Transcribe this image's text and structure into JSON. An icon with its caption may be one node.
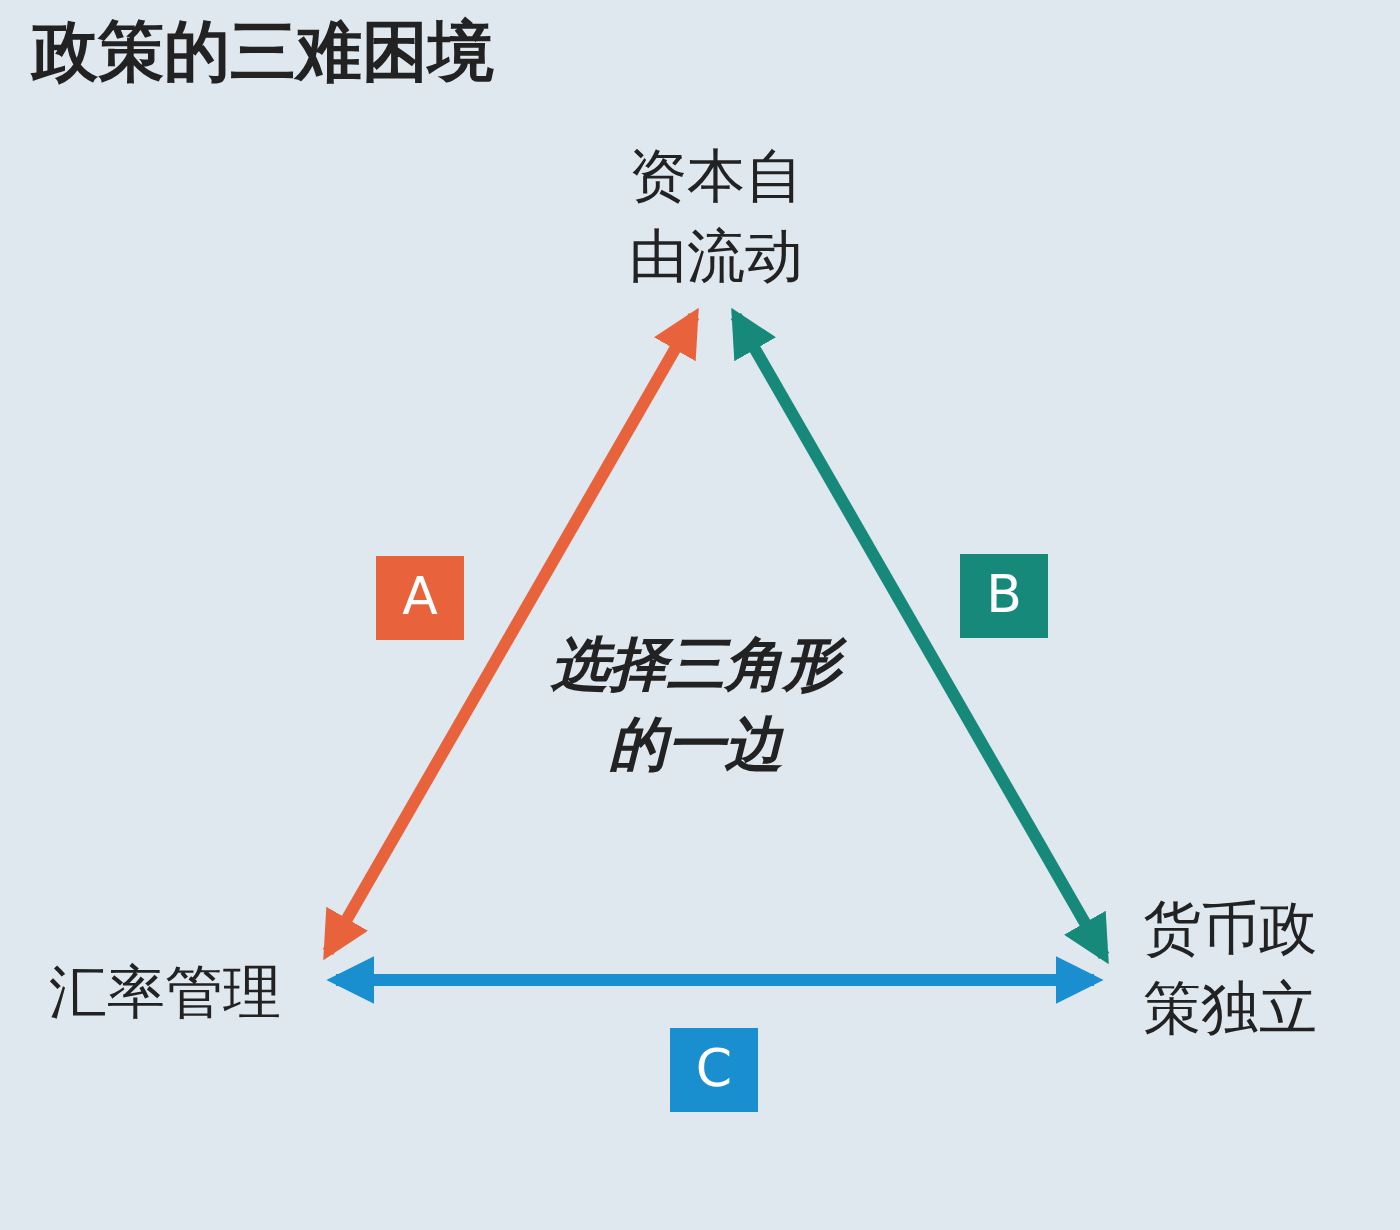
{
  "diagram": {
    "title": "政策的三难困境",
    "nodes": [
      {
        "text": [
          "资本自由流动"
        ]
      },
      {
        "text": [
          "汇率管理"
        ]
      },
      {
        "text": [
          "货币政策独立"
        ]
      }
    ],
    "edges": [
      {
        "from": 1,
        "to": 0,
        "arrow": "both",
        "label": "A",
        "color": "#e8623c"
      },
      {
        "from": 0,
        "to": 2,
        "arrow": "both",
        "label": "B",
        "color": "#17897b"
      },
      {
        "from": 1,
        "to": 2,
        "arrow": "both",
        "label": "C",
        "color": "#1a8fcf"
      }
    ],
    "labels": [
      "选择三角形的一边"
    ]
  }
}
